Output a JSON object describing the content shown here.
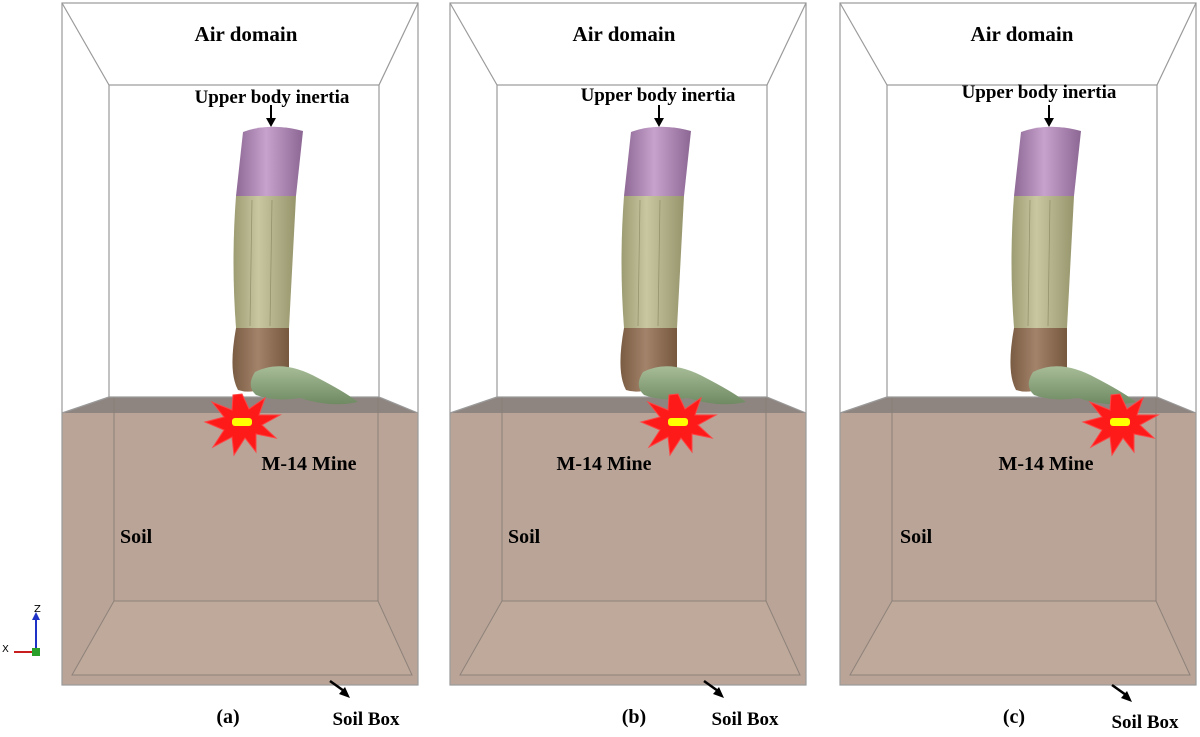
{
  "figure": {
    "panels": [
      {
        "id": "a",
        "caption": "(a)",
        "labels": {
          "air_domain": "Air domain",
          "upper_body_inertia": "Upper body inertia",
          "mine": "M-14 Mine",
          "soil": "Soil",
          "soil_box": "Soil Box"
        }
      },
      {
        "id": "b",
        "caption": "(b)",
        "labels": {
          "air_domain": "Air domain",
          "upper_body_inertia": "Upper body inertia",
          "mine": "M-14 Mine",
          "soil": "Soil",
          "soil_box": "Soil Box"
        }
      },
      {
        "id": "c",
        "caption": "(c)",
        "labels": {
          "air_domain": "Air domain",
          "upper_body_inertia": "Upper body inertia",
          "mine": "M-14 Mine",
          "soil": "Soil",
          "soil_box": "Soil Box"
        }
      }
    ],
    "axes_triad": {
      "x": "X",
      "z": "Z"
    },
    "colors": {
      "soil": "#b9a497",
      "soil_top": "#8f8580",
      "upper_body": "#a97fb0",
      "shank": "#b3b28a",
      "ankle": "#8e6e52",
      "foot": "#8fa880",
      "explosion": "#ff1a1a",
      "mine_core": "#ffff00",
      "frame": "#999999"
    }
  }
}
